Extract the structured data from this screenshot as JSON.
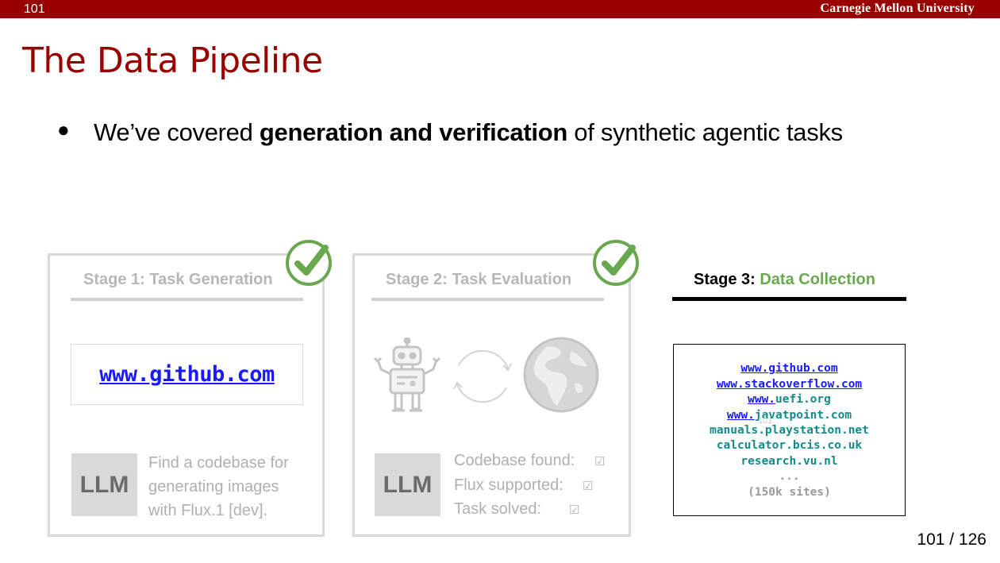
{
  "header": {
    "slide_number": "101",
    "university": "Carnegie Mellon University",
    "bar_color": "#990000"
  },
  "title": "The Data Pipeline",
  "bullet": {
    "prefix": "We’ve covered ",
    "bold": "generation and verification",
    "suffix": " of synthetic agentic tasks"
  },
  "stage1": {
    "heading": "Stage 1: Task Generation",
    "url": "www.github.com",
    "llm_label": "LLM",
    "task_lines": [
      "Find a codebase for",
      "generating images",
      "with Flux.1 [dev]."
    ],
    "check_icon": "check-icon"
  },
  "stage2": {
    "heading": "Stage 2: Task Evaluation",
    "llm_label": "LLM",
    "checks": [
      {
        "label": "Codebase found:",
        "mark": "☑"
      },
      {
        "label": "Flux supported:",
        "mark": "☑"
      },
      {
        "label": "Task solved:",
        "mark": "☑"
      }
    ],
    "icons": [
      "robot-icon",
      "refresh-cycle-icon",
      "globe-icon"
    ],
    "check_icon": "check-icon"
  },
  "stage3": {
    "heading_prefix": "Stage 3: ",
    "heading_highlight": "Data Collection",
    "highlight_color": "#6aa84f",
    "sites": {
      "github": "www.github.com",
      "stackoverflow": "www.stackoverflow.com",
      "uefi_prefix": "www.",
      "uefi_rest": "uefi.org",
      "javatpoint_prefix": "www.",
      "javatpoint_rest": "javatpoint.com",
      "playstation": "manuals.playstation.net",
      "bcis": "calculator.bcis.co.uk",
      "vu": "research.vu.nl",
      "ellipsis": "...",
      "count": "(150k sites)"
    },
    "watermark": "101"
  },
  "footer": {
    "page_count": "101 / 126"
  }
}
